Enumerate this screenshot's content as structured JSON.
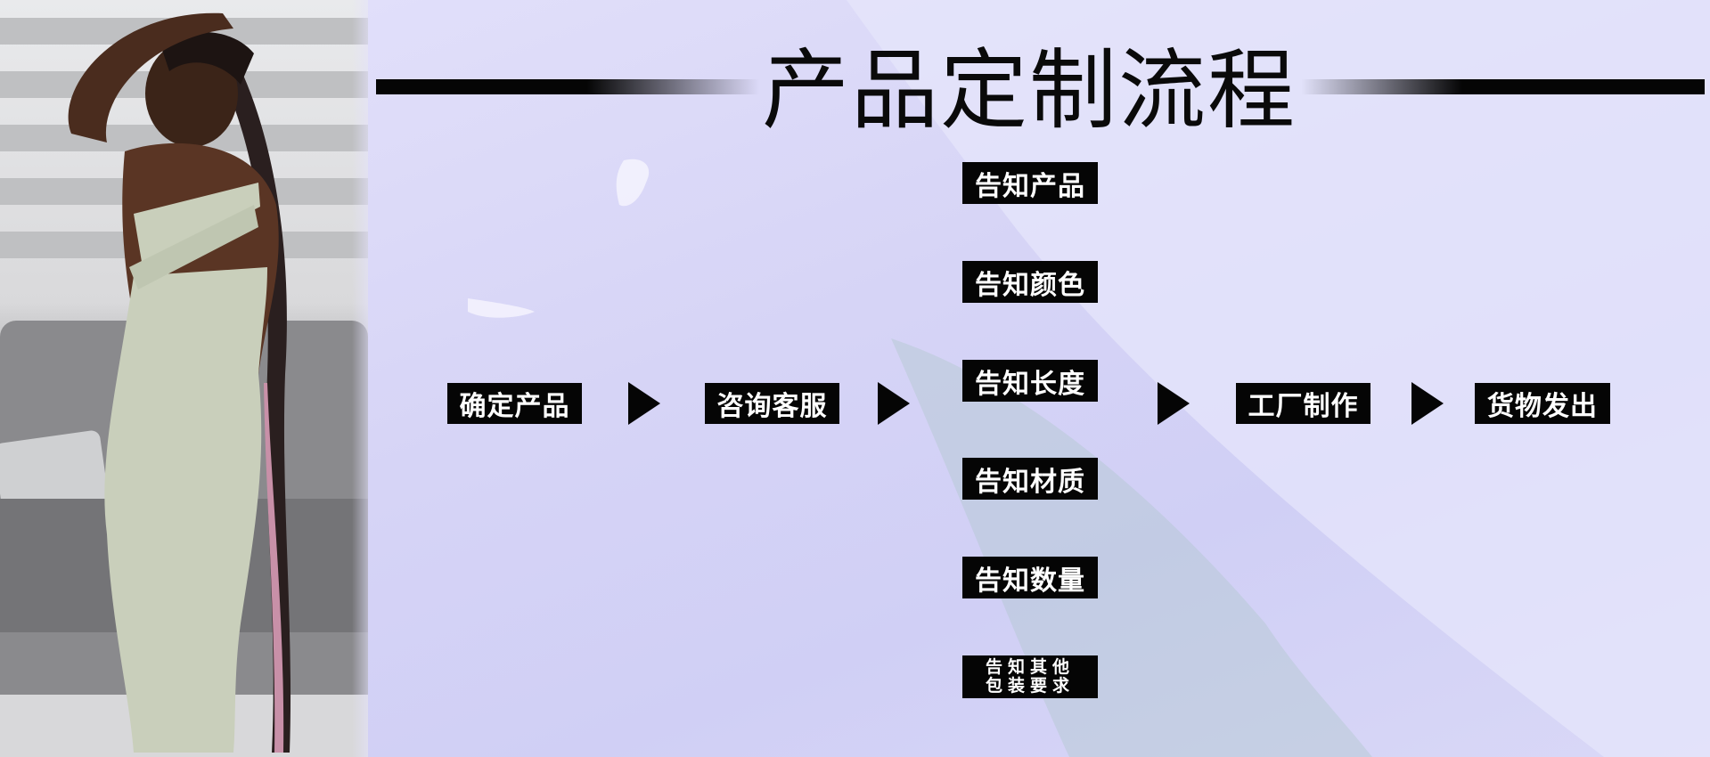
{
  "title": "产品定制流程",
  "main_flow": [
    {
      "label": "确定产品"
    },
    {
      "label": "咨询客服"
    },
    {
      "label": "工厂制作"
    },
    {
      "label": "货物发出"
    }
  ],
  "detail_steps": [
    {
      "label": "告知产品"
    },
    {
      "label": "告知颜色"
    },
    {
      "label": "告知长度"
    },
    {
      "label": "告知材质"
    },
    {
      "label": "告知数量"
    }
  ],
  "detail_last": {
    "line1": "告知其他",
    "line2": "包装要求"
  },
  "colors": {
    "background": "#dcdaf8",
    "label_bg": "#050505",
    "label_text": "#ffffff"
  },
  "icons": [
    "play-arrow-icon"
  ]
}
